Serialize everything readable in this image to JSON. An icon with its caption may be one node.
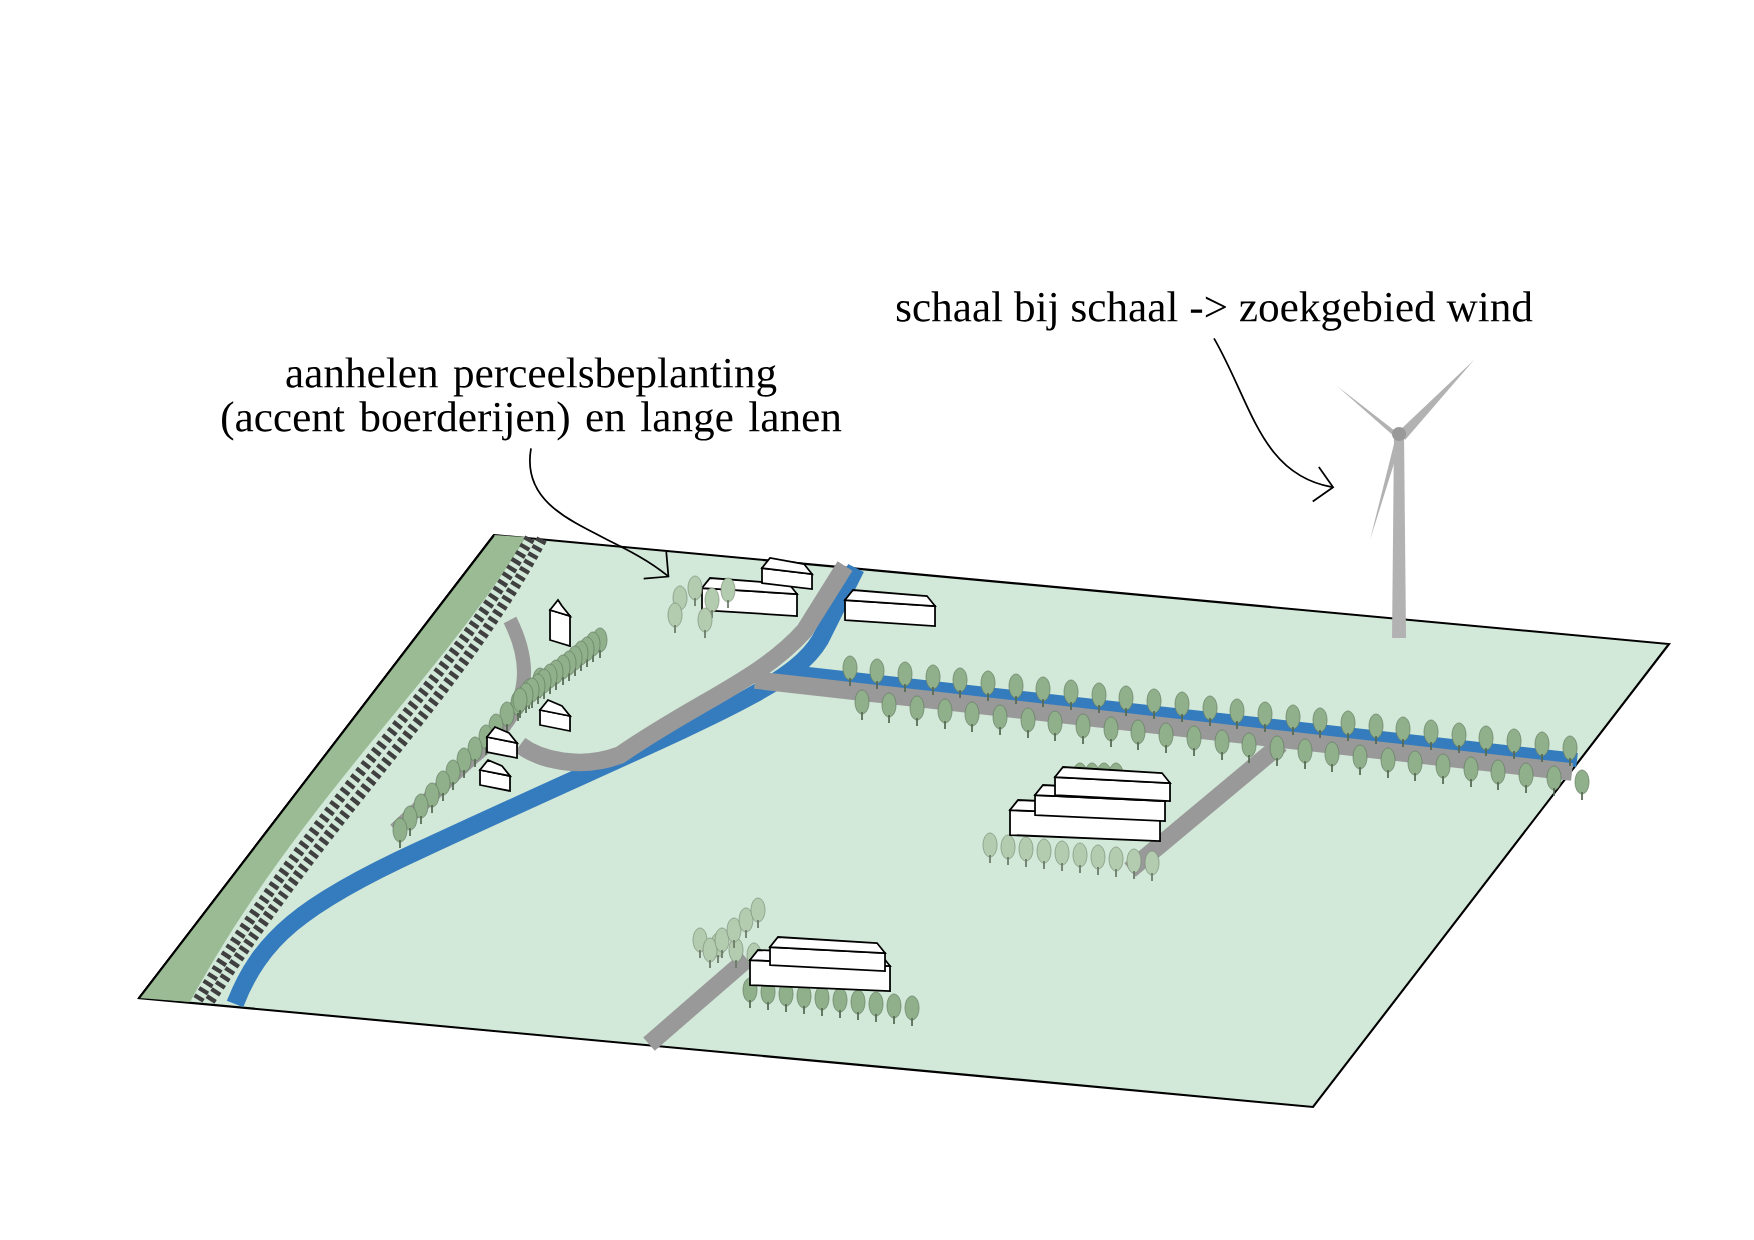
{
  "diagram": {
    "nodes": [
      {
        "text": [
          "aanhelen perceelsbeplanting (accent boerderijen) en lange lanen"
        ]
      },
      {
        "text": [],
        "shape": "picture"
      },
      {
        "text": [
          "schaal bij schaal -> zoekgebied wind"
        ]
      },
      {
        "text": [],
        "shape": "picture"
      }
    ],
    "edges": [
      {
        "from": 0,
        "to": 1,
        "arrow": "to"
      },
      {
        "from": 2,
        "to": 3,
        "arrow": "to"
      }
    ]
  }
}
